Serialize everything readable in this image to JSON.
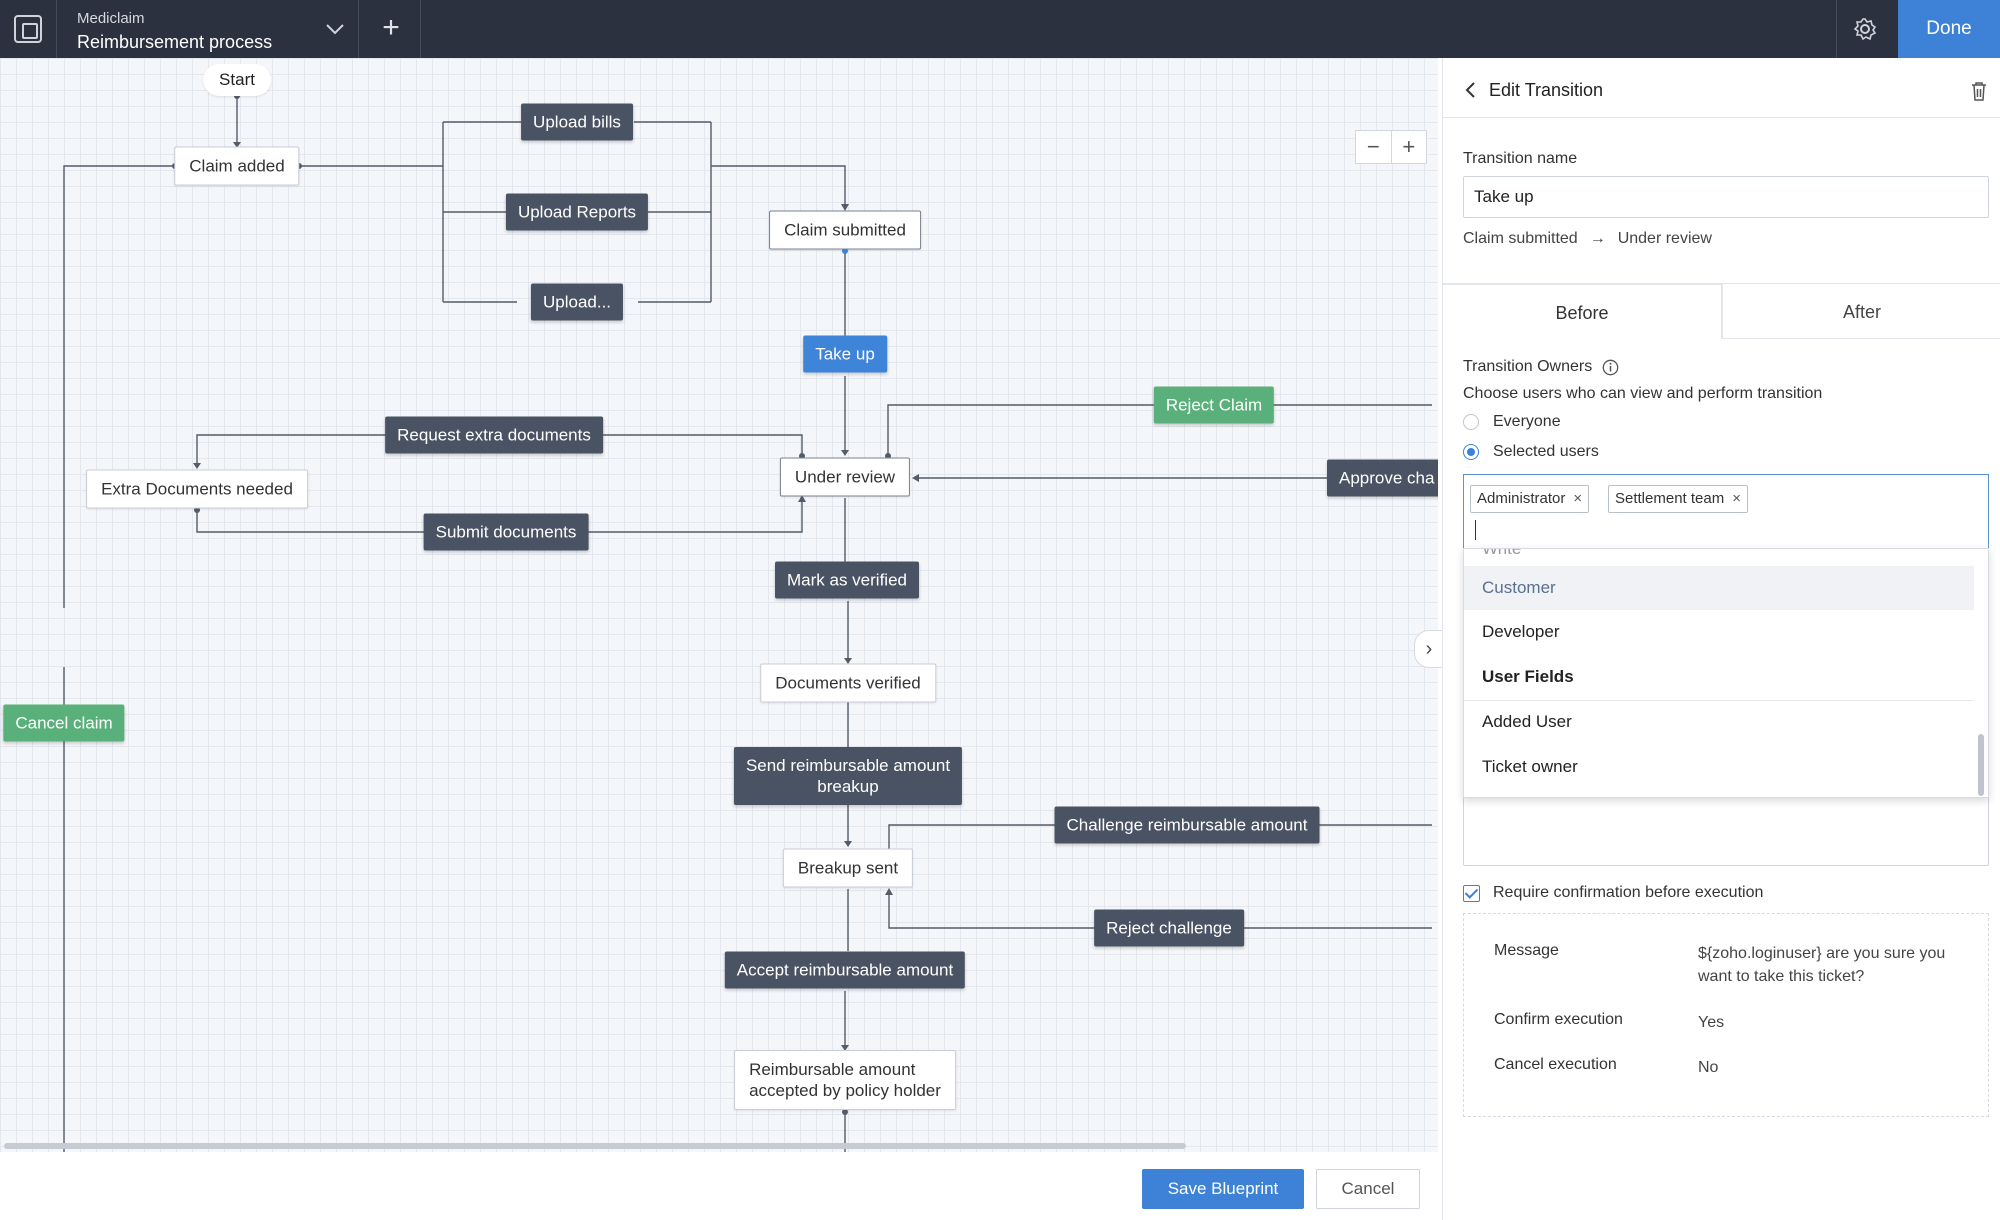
{
  "topbar": {
    "module": "Mediclaim",
    "title": "Reimbursement process",
    "done_label": "Done",
    "icons": [
      "blueprint-icon",
      "chevron-down-icon",
      "plus-icon",
      "gear-icon"
    ]
  },
  "canvas": {
    "zoom_out": "−",
    "zoom_in": "+",
    "start": "Start",
    "states": {
      "claim_added": "Claim added",
      "claim_submitted": "Claim submitted",
      "under_review": "Under review",
      "extra_docs": "Extra Documents needed",
      "documents_verified": "Documents verified",
      "breakup_sent": "Breakup sent",
      "reimbursable_accepted_1": "Reimbursable amount",
      "reimbursable_accepted_2": "accepted by policy holder"
    },
    "transitions": {
      "upload_bills": "Upload bills",
      "upload_reports": "Upload Reports",
      "upload_more": "Upload...",
      "take_up": "Take up",
      "reject_claim": "Reject Claim",
      "approve_claim": "Approve cha",
      "request_extra": "Request extra documents",
      "submit_documents": "Submit documents",
      "mark_verified": "Mark as verified",
      "send_breakup_1": "Send reimbursable amount",
      "send_breakup_2": "breakup",
      "challenge": "Challenge reimbursable amount",
      "reject_challenge": "Reject challenge",
      "accept_amount": "Accept reimbursable amount",
      "cancel_claim": "Cancel claim"
    },
    "colors": {
      "grey": "#4a5363",
      "green": "#5ab07a",
      "blue": "#3e84d8"
    }
  },
  "bottombar": {
    "save_label": "Save Blueprint",
    "cancel_label": "Cancel"
  },
  "panel": {
    "title": "Edit Transition",
    "transition_name_label": "Transition name",
    "transition_name_value": "Take up",
    "from_state": "Claim submitted",
    "arrow": "→",
    "to_state": "Under review",
    "tabs": {
      "before": "Before",
      "after": "After",
      "active": "Before"
    },
    "owners_label": "Transition Owners",
    "owners_help": "Choose users who can view and perform transition",
    "option_everyone": "Everyone",
    "option_selected": "Selected users",
    "selected_option": "Selected users",
    "chips": [
      "Administrator",
      "Settlement team"
    ],
    "chip_remove": "×",
    "dropdown_cutoff": "Write",
    "dropdown_items": {
      "customer": "Customer",
      "developer": "Developer",
      "user_fields_header": "User Fields",
      "added_user": "Added User",
      "ticket_owner": "Ticket owner"
    },
    "require_confirmation_label": "Require confirmation before execution",
    "require_confirmation_checked": true,
    "confirm": {
      "message_label": "Message",
      "message_value_1": "${zoho.loginuser} are you sure you",
      "message_value_2": "want to take this ticket?",
      "confirm_label": "Confirm execution",
      "confirm_value": "Yes",
      "cancel_label": "Cancel execution",
      "cancel_value": "No"
    }
  }
}
